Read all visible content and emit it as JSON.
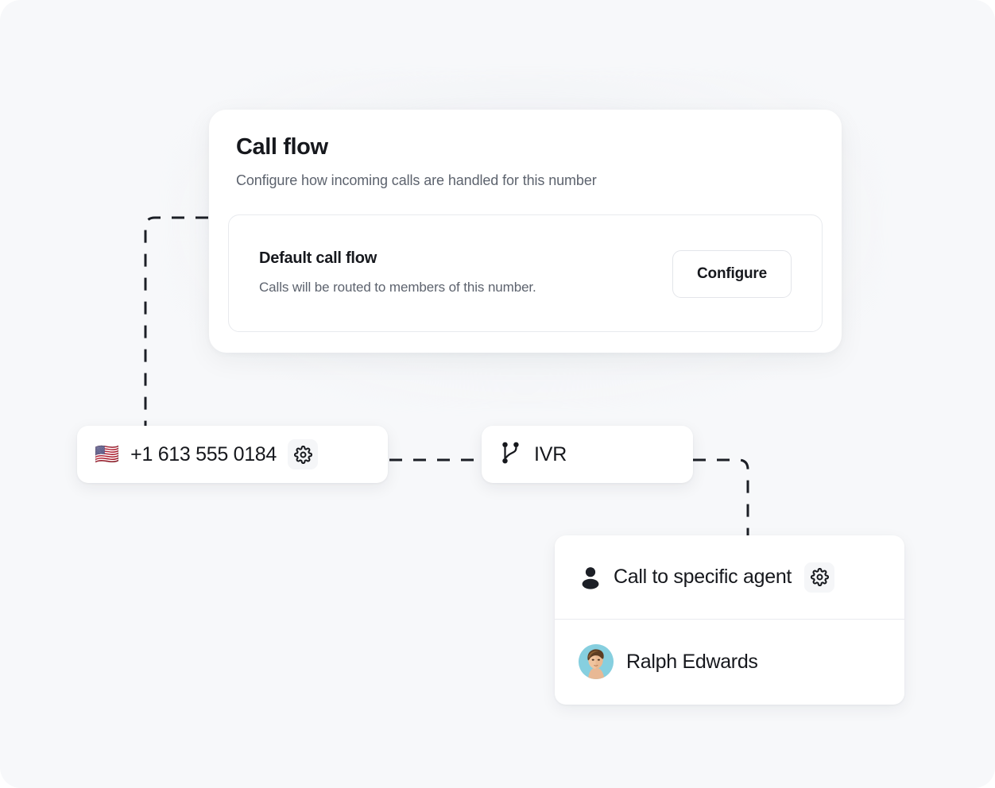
{
  "page": {
    "background_color": "#f7f8fa",
    "surface_color": "#ffffff"
  },
  "call_flow_panel": {
    "title": "Call flow",
    "subtitle": "Configure how incoming calls are handled for this number",
    "default_flow": {
      "title": "Default call flow",
      "description": "Calls will be routed to members of this number.",
      "action_label": "Configure"
    }
  },
  "flow": {
    "phone_node": {
      "flag_icon": "us-flag-icon",
      "flag_glyph": "🇺🇸",
      "number": "+1 613 555 0184",
      "settings_icon": "gear-icon"
    },
    "ivr_node": {
      "icon": "ivr-branch-icon",
      "label": "IVR"
    },
    "agent_card": {
      "action": {
        "icon": "person-icon",
        "label": "Call to specific agent",
        "settings_icon": "gear-icon"
      },
      "agent": {
        "avatar": "avatar-photo",
        "name": "Ralph Edwards"
      }
    }
  },
  "connectors": {
    "style": "dashed",
    "color": "#1c1f26",
    "dash_pattern": "16 14",
    "stroke_width": 3
  }
}
